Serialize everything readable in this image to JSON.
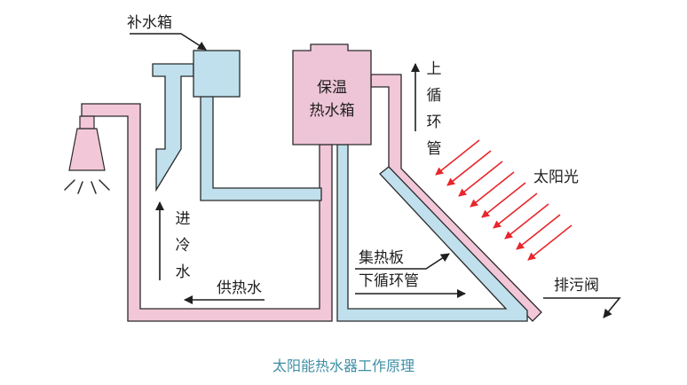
{
  "labels": {
    "makeup_tank": "补水箱",
    "storage_tank_line1": "保温",
    "storage_tank_line2": "热水箱",
    "upper_circulation": [
      "上",
      "循",
      "环",
      "管"
    ],
    "sunlight": "太阳光",
    "cold_water_inlet": [
      "进",
      "冷",
      "水"
    ],
    "hot_water_supply": "供热水",
    "collector_plate": "集热板",
    "lower_circulation": "下循环管",
    "drain_valve": "排污阀"
  },
  "caption": "太阳能热水器工作原理",
  "colors": {
    "cold_pipe": "#bfe0ec",
    "hot_pipe": "#f2c7d8",
    "tank_fill_hot": "#eec5d6",
    "tank_fill_cold": "#bfe0ec",
    "outline": "#2a2a2a",
    "sun_rays": "#e8262c",
    "caption": "#3f8fa6"
  },
  "icons": {
    "shower": "shower-head-icon",
    "valve": "drain-valve-arrow-icon"
  }
}
